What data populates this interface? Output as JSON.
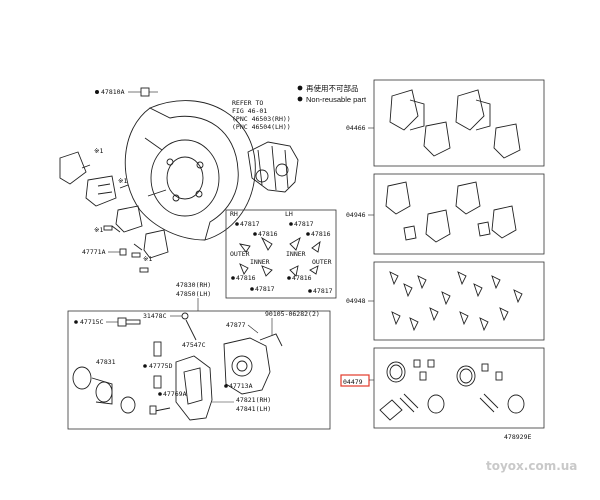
{
  "notes": {
    "jp": "再使用不可部品",
    "en": "Non-reusable part",
    "refer": [
      "REFER TO",
      "FIG 46-01",
      "(PNC 46503(RH))",
      "(PNC 46504(LH))"
    ]
  },
  "labels": {
    "p47810A": "47810A",
    "p47771A": "47771A",
    "x1a": "※1",
    "x1b": "※1",
    "x1c": "※1",
    "x1d": "※1",
    "rh": "RH",
    "lh": "LH",
    "p47817a": "47817",
    "p47817b": "47817",
    "p47816a": "47816",
    "p47816b": "47816",
    "outer1": "OUTER",
    "inner1": "INNER",
    "inner2": "INNER",
    "outer2": "OUTER",
    "p47816c": "47816",
    "p47816d": "47816",
    "p47817c": "47817",
    "p47817d": "47817",
    "p47830": "47830(RH)",
    "p47850": "47850(LH)",
    "p47715C": "47715C",
    "p31478C": "31478C",
    "p90105": "90105-06282(2)",
    "p47877": "47877",
    "p47547C": "47547C",
    "p47831": "47831",
    "p47775D": "47775D",
    "p47713A": "47713A",
    "p47769A": "47769A",
    "p47821": "47821(RH)",
    "p47841": "47841(LH)",
    "k04466": "04466",
    "k04946": "04946",
    "k04948": "04948",
    "k04479": "04479",
    "drawing_no": "478929E",
    "watermark": "toyox.com.ua"
  },
  "colors": {
    "highlight": "#e23a2a",
    "line": "#222222",
    "watermark": "#c9c9c9"
  }
}
